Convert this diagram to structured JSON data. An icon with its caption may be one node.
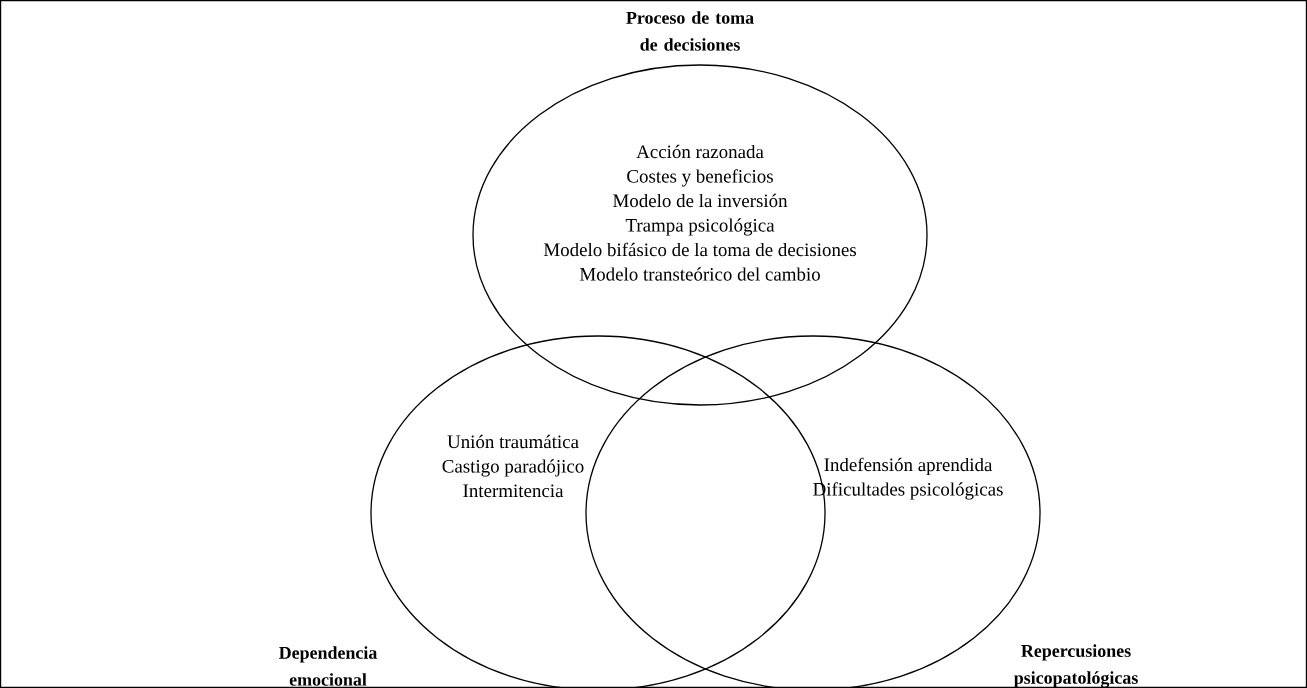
{
  "diagram": {
    "nodes": [
      {
        "text": [
          "Proceso de toma de decisiones",
          "Acción razonada",
          "Costes y beneficios",
          "Modelo de la inversión",
          "Trampa psicológica",
          "Modelo bifásico de la toma de decisiones",
          "Modelo transteórico del cambio"
        ]
      },
      {
        "text": [
          "Dependencia emocional",
          "Unión traumática",
          "Castigo paradójico",
          "Intermitencia"
        ]
      },
      {
        "text": [
          "Repercusiones psicopatológicas",
          "Indefensión aprendida",
          "Dificultades psicológicas"
        ]
      }
    ]
  }
}
